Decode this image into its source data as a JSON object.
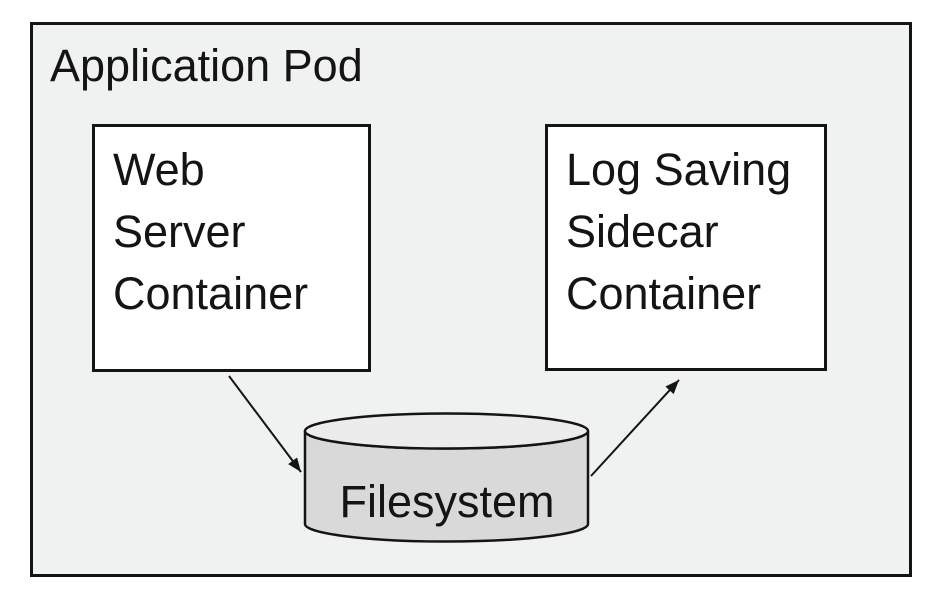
{
  "diagram": {
    "pod": {
      "label": "Application Pod"
    },
    "nodes": [
      {
        "id": "web-server",
        "shape": "rect",
        "label": "Web\nServer\nContainer"
      },
      {
        "id": "log-sidecar",
        "shape": "rect",
        "label": "Log Saving\nSidecar\nContainer"
      },
      {
        "id": "filesystem",
        "shape": "cylinder",
        "label": "Filesystem"
      }
    ],
    "edges": [
      {
        "from": "web-server",
        "to": "filesystem",
        "arrow": "to"
      },
      {
        "from": "filesystem",
        "to": "log-sidecar",
        "arrow": "to"
      }
    ],
    "colors": {
      "page_bg": "#ffffff",
      "pod_fill": "#f0f1f1",
      "node_fill": "#ffffff",
      "cylinder_body_fill": "#d8d9d8",
      "cylinder_top_fill": "#ececec",
      "stroke": "#141414"
    }
  }
}
